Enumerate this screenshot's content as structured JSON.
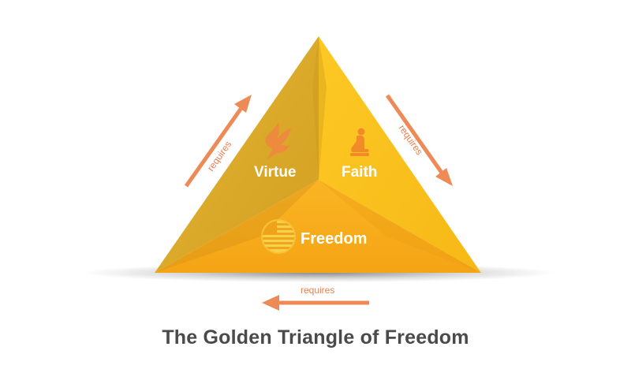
{
  "title": "The Golden Triangle of Freedom",
  "faces": {
    "virtue": {
      "label": "Virtue",
      "icon": "dove-icon"
    },
    "faith": {
      "label": "Faith",
      "icon": "praying-person-icon"
    },
    "freedom": {
      "label": "Freedom",
      "icon": "flag-icon"
    }
  },
  "arrows": {
    "left": "requires",
    "right": "requires",
    "bottom": "requires"
  },
  "colors": {
    "virtue_face": "#dcaa2c",
    "faith_face": "#fbc31b",
    "freedom_face": "#f9ab1b",
    "arrow": "#ee8a55",
    "title": "#4a4a4a"
  }
}
